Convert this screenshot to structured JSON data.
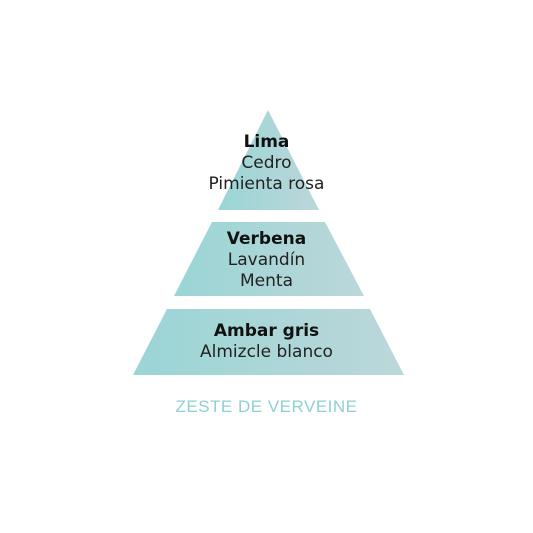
{
  "pyramid": {
    "top": {
      "main": "Lima",
      "sub": [
        "Cedro",
        "Pimienta rosa"
      ]
    },
    "middle": {
      "main": "Verbena",
      "sub": [
        "Lavandín",
        "Menta"
      ]
    },
    "base": {
      "main": "Ambar gris",
      "sub": [
        "Almizcle blanco"
      ]
    }
  },
  "caption": "ZESTE DE VERVEINE",
  "colors": {
    "gradient_start": "#9fd6d6",
    "gradient_end": "#b9d6d9",
    "caption": "#8fd0d3"
  }
}
